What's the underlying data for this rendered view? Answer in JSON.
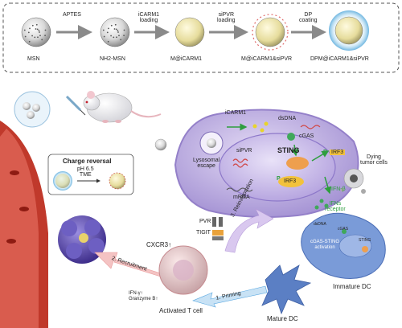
{
  "synthesis": {
    "steps": [
      "APTES",
      "iCARM1\nloading",
      "siPVR\nloading",
      "DP\ncoating"
    ],
    "particles": [
      "MSN",
      "NH2-MSN",
      "M@iCARM1",
      "M@iCARM1&siPVR",
      "DPM@iCARM1&siPVR"
    ]
  },
  "cell": {
    "labels": {
      "icarm1": "iCARM1",
      "dsdna": "dsDNA",
      "cgas": "cGAS",
      "sipvr": "siPVR",
      "sting": "STING",
      "irf3_top": "IRF3",
      "irf3_nuc": "IRF3",
      "p1": "P",
      "p2": "P",
      "mrna": "mRNA",
      "lysosomal": "Lysosomal\nescape"
    }
  },
  "charge_reversal": {
    "title": "Charge reversal",
    "condition": "pH 6.5\nTME"
  },
  "immune": {
    "ifn_beta": "IFN-β",
    "ifns_receptor": "IFNs\nreceptor",
    "dying_cells": "Dying\ntumor cells",
    "pvr": "PVR",
    "tigit": "TIGIT",
    "cxcr3": "CXCR3↑",
    "reinvigoration": "3. Reinvigoration",
    "recruitment": "2. Recruitment",
    "priming": "1. Priming",
    "ifn_gamma": "IFN-γ↑\nGranzyme B↑",
    "activated_t": "Activated T cell",
    "mature_dc": "Mature DC",
    "immature_dc": "Immature DC",
    "dc_dsdna": "dsDNA",
    "dc_cgas": "cGAS",
    "dc_sting": "STING",
    "dc_activation": "cGAS-STING\nactivation"
  },
  "colors": {
    "cell_purple": "#b9a6dd",
    "nucleus": "#d3c6ee",
    "arrow_gray": "#8a8a8a",
    "vessel": "#c0392b",
    "dc_blue": "#5b7fc4",
    "tumor_purple": "#5b4aa8",
    "recruit_pink": "#e89a9a",
    "priming_blue": "#5aa8e0",
    "reinvig_purple": "#b59ad9"
  }
}
